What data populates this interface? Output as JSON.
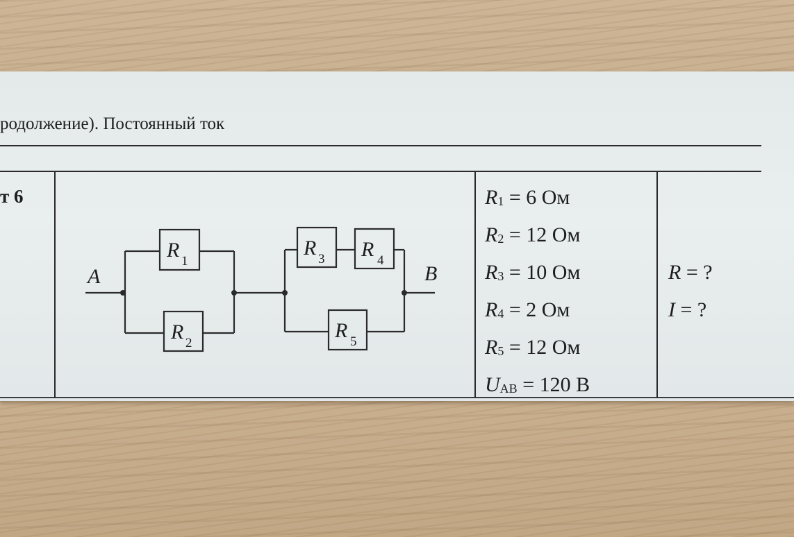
{
  "header": {
    "title": "родолжение). Постоянный ток"
  },
  "variant": {
    "label": "т 6"
  },
  "circuit": {
    "node_a": "A",
    "node_b": "B",
    "resistors": [
      {
        "letter": "R",
        "index": "1"
      },
      {
        "letter": "R",
        "index": "2"
      },
      {
        "letter": "R",
        "index": "3"
      },
      {
        "letter": "R",
        "index": "4"
      },
      {
        "letter": "R",
        "index": "5"
      }
    ]
  },
  "given": [
    {
      "symbol": "R",
      "sub": "1",
      "value": " = 6 Ом"
    },
    {
      "symbol": "R",
      "sub": "2",
      "value": " = 12 Ом"
    },
    {
      "symbol": "R",
      "sub": "3",
      "value": " = 10 Ом"
    },
    {
      "symbol": "R",
      "sub": "4",
      "value": " = 2 Ом"
    },
    {
      "symbol": "R",
      "sub": "5",
      "value": " = 12 Ом"
    },
    {
      "symbol": "U",
      "sub": "AB",
      "value": " = 120 В"
    }
  ],
  "find": [
    {
      "symbol": "R",
      "value": " = ?"
    },
    {
      "symbol": "I",
      "value": " = ?"
    }
  ]
}
